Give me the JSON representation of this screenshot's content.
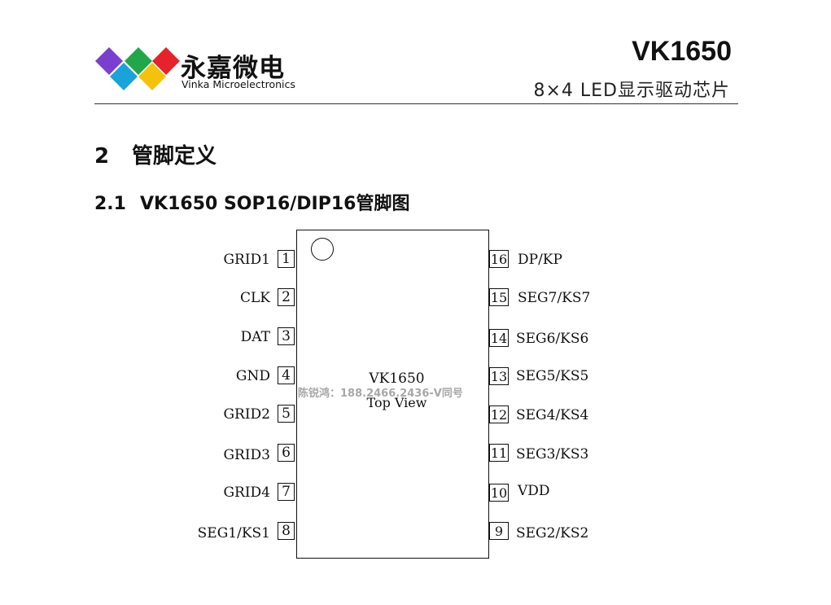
{
  "header": {
    "brand_cn": "永嘉微电",
    "brand_en": "Vinka Microelectronics",
    "logo_colors": [
      "#7b3fd0",
      "#22a64a",
      "#e4232c",
      "#1aa3d9",
      "#f4c20d"
    ],
    "doc_title": "VK1650",
    "doc_subtitle": "8×4  LED显示驱动芯片"
  },
  "section": {
    "number": "2",
    "title": "管脚定义"
  },
  "subsection": {
    "number": "2.1",
    "title": "VK1650 SOP16/DIP16管脚图"
  },
  "chip": {
    "name": "VK1650",
    "view": "Top View",
    "left_pins": [
      {
        "num": "1",
        "label": "GRID1"
      },
      {
        "num": "2",
        "label": "CLK"
      },
      {
        "num": "3",
        "label": "DAT"
      },
      {
        "num": "4",
        "label": "GND"
      },
      {
        "num": "5",
        "label": "GRID2"
      },
      {
        "num": "6",
        "label": "GRID3"
      },
      {
        "num": "7",
        "label": "GRID4"
      },
      {
        "num": "8",
        "label": "SEG1/KS1"
      }
    ],
    "right_pins": [
      {
        "num": "16",
        "label": "DP/KP"
      },
      {
        "num": "15",
        "label": "SEG7/KS7"
      },
      {
        "num": "14",
        "label": "SEG6/KS6"
      },
      {
        "num": "13",
        "label": "SEG5/KS5"
      },
      {
        "num": "12",
        "label": "SEG4/KS4"
      },
      {
        "num": "11",
        "label": "SEG3/KS3"
      },
      {
        "num": "10",
        "label": "VDD"
      },
      {
        "num": "9",
        "label": "SEG2/KS2"
      }
    ]
  },
  "watermark": "陈锐鸿：188.2466.2436-V同号"
}
